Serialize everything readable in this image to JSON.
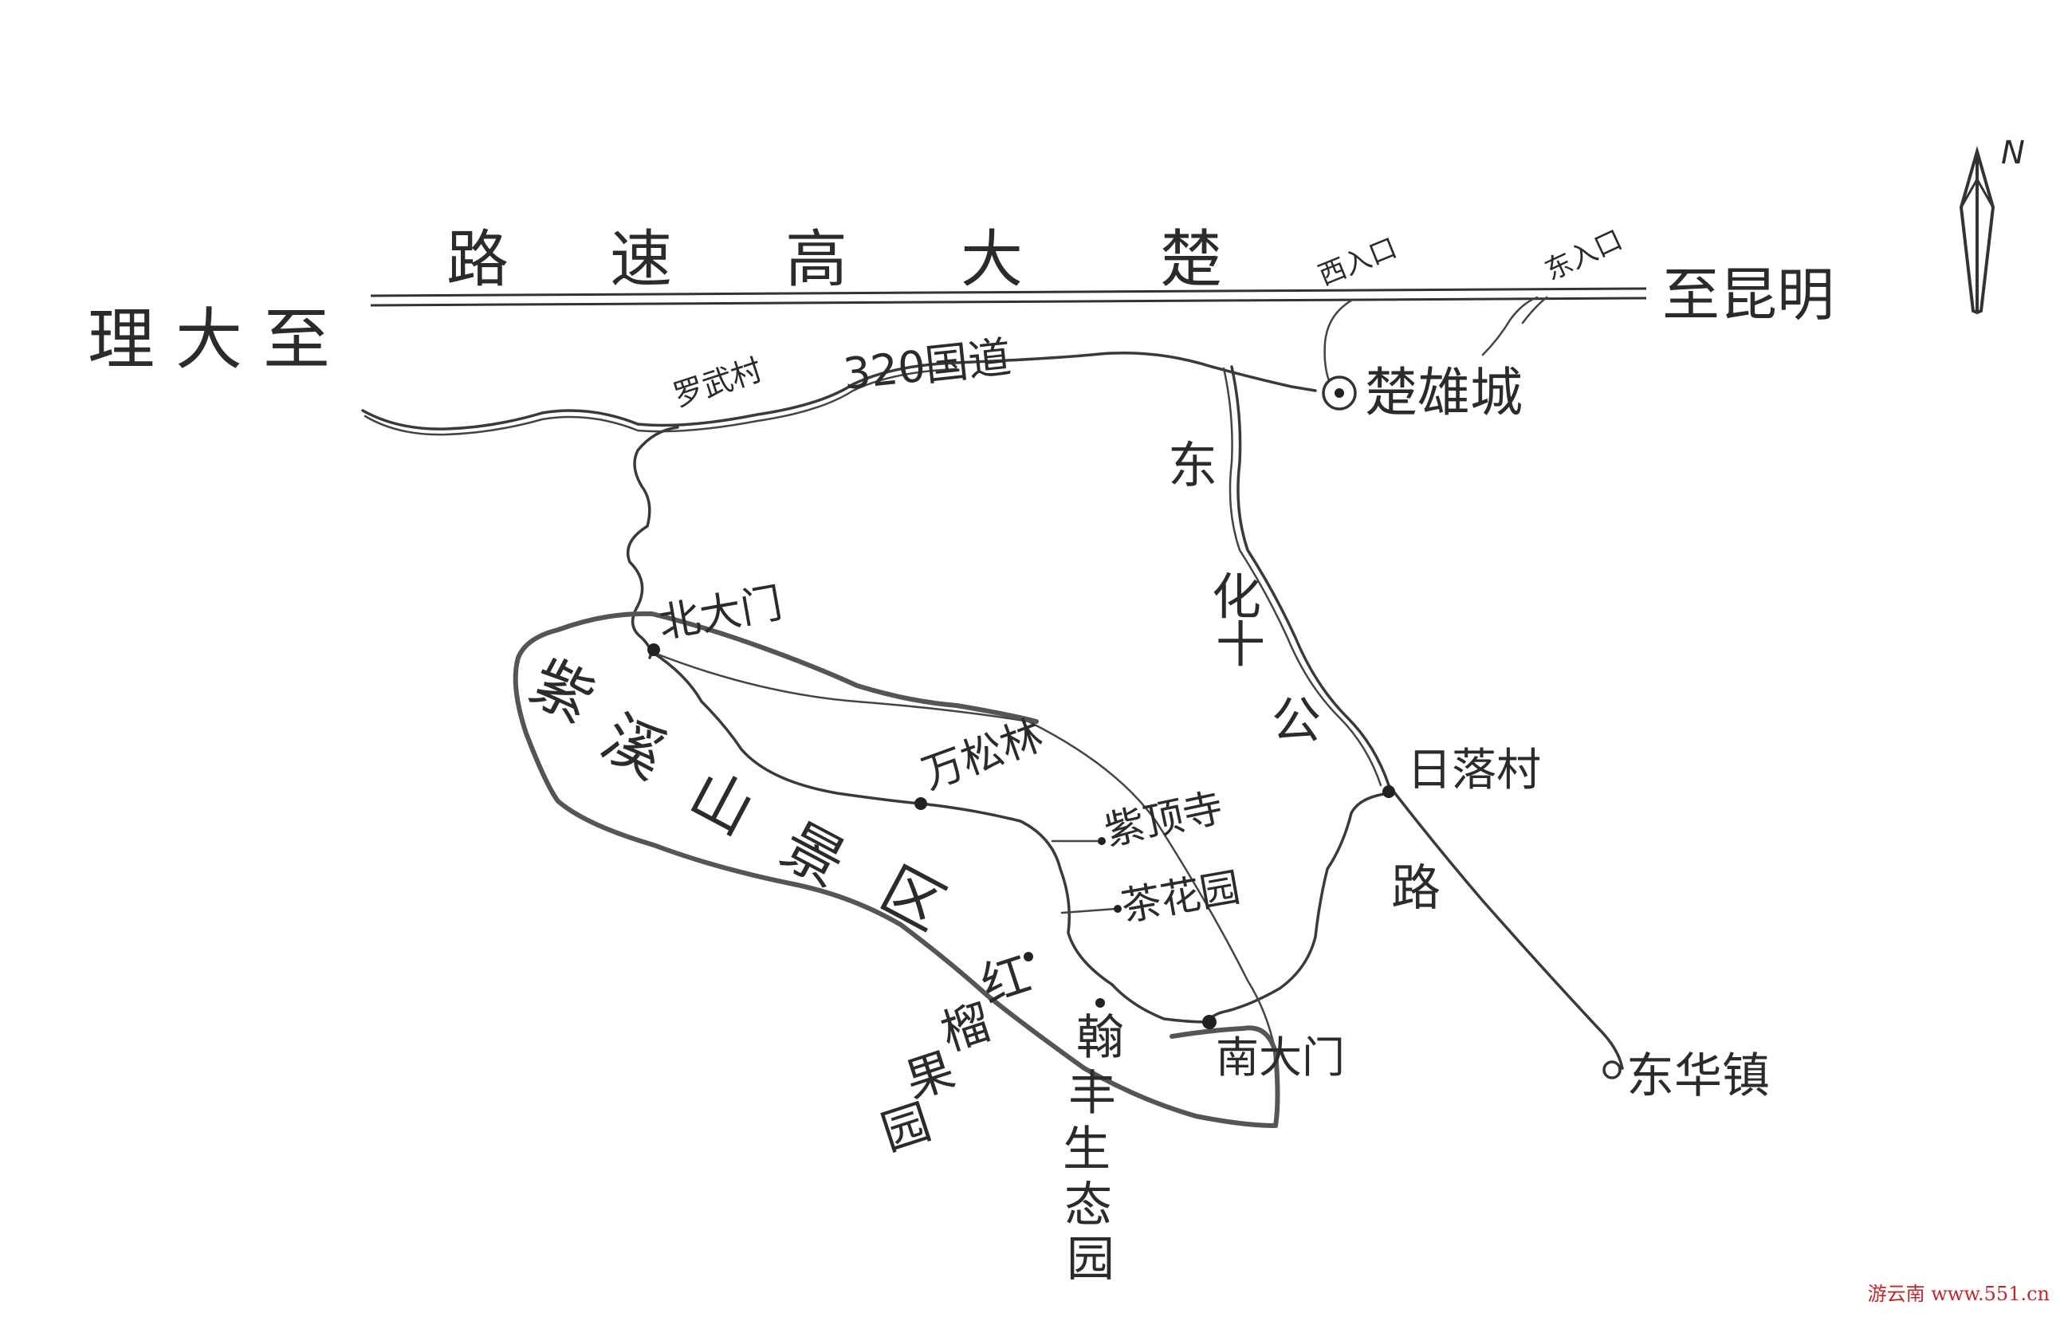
{
  "map": {
    "highway": {
      "name": "楚大高速路",
      "label_chars": [
        "路",
        "速",
        "高",
        "大",
        "楚"
      ]
    },
    "to_dali": "至大理",
    "to_dali_chars": [
      "理",
      "大",
      "至"
    ],
    "to_kunming": "至昆明",
    "west_entrance": "西入口",
    "east_entrance": "东入口",
    "national_road": "320国道",
    "luowu_village": "罗武村",
    "chuxiong_city": "楚雄城",
    "east_road": {
      "name": "东化十公路",
      "label_chars": [
        "东",
        "化",
        "十",
        "公",
        "路"
      ]
    },
    "riluo_village": "日落村",
    "donghua_town": "东华镇",
    "scenic_area": {
      "name": "紫溪山景区",
      "label_chars": [
        "紫",
        "溪",
        "山",
        "景",
        "区"
      ]
    },
    "north_gate": "北大门",
    "south_gate": "南大门",
    "wansong_forest": "万松林",
    "zidingsi_temple": "紫顶寺",
    "tea_garden": "茶花园",
    "hongliu_orchard": {
      "name": "红榴果园",
      "label_chars": [
        "红",
        "榴",
        "果",
        "园"
      ]
    },
    "hanfeng_park": {
      "name": "翰丰生态园",
      "label_chars": [
        "翰",
        "丰",
        "生",
        "态",
        "园"
      ]
    },
    "north_arrow": "N",
    "watermark": "游云南 www.551.cn"
  }
}
